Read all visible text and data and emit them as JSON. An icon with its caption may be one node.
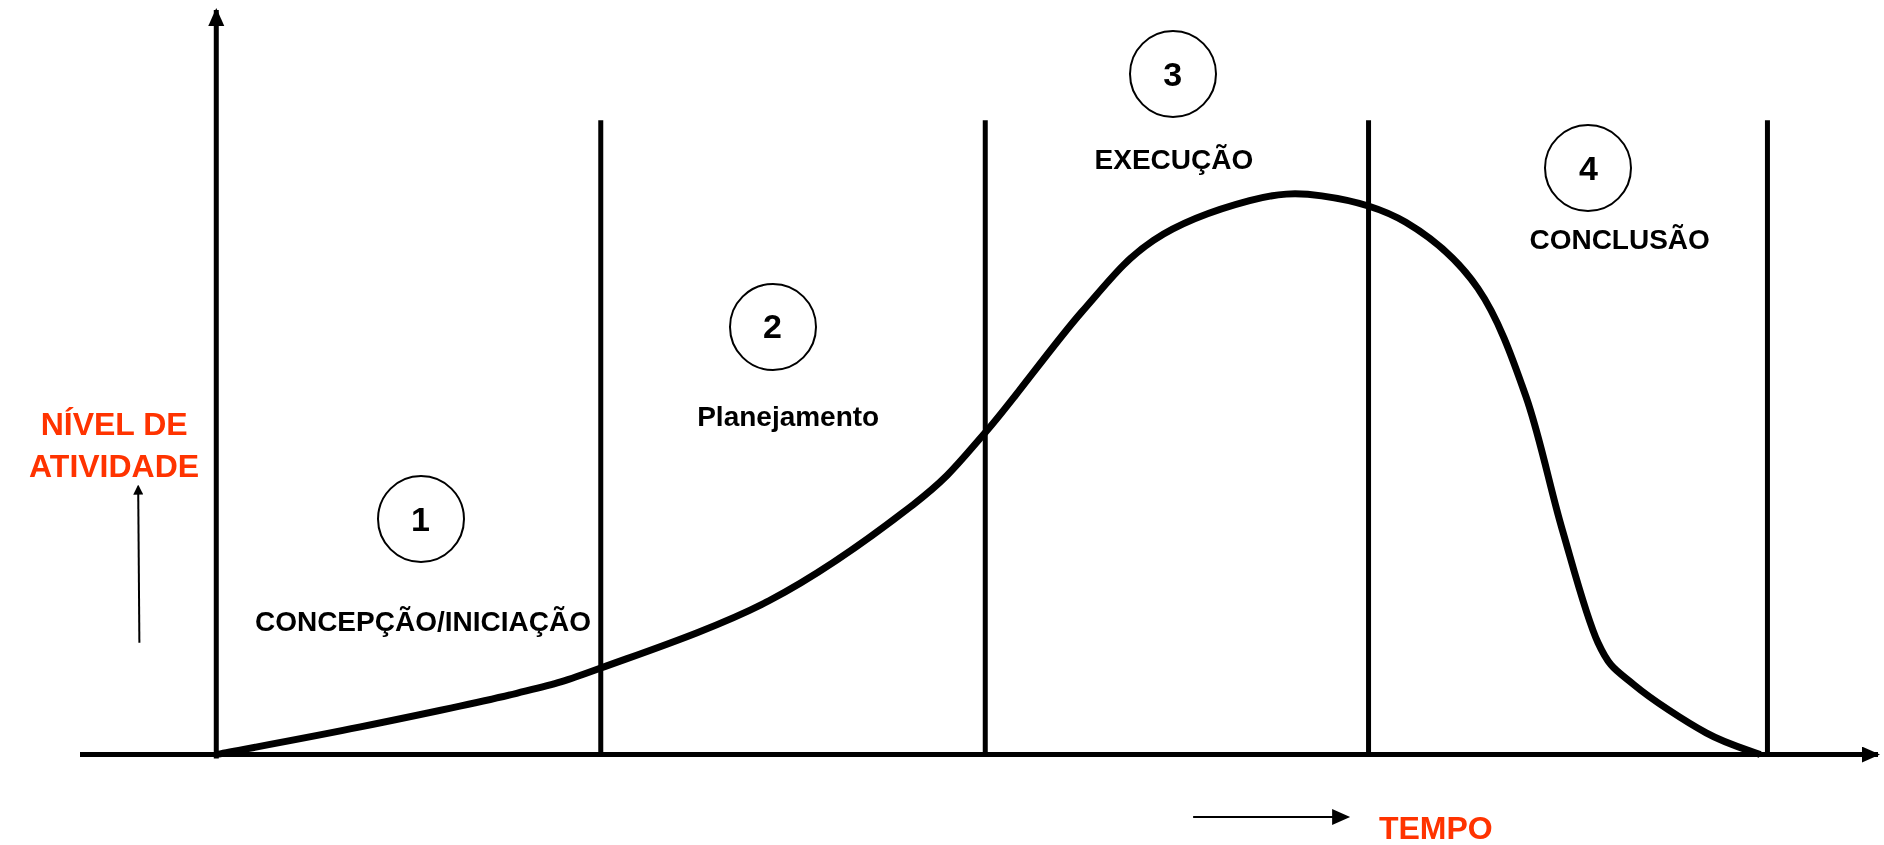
{
  "diagram": {
    "nodes": [
      {
        "text": [
          "1"
        ],
        "beside": [
          "CONCEPÇÃO/INICIAÇÃO"
        ]
      },
      {
        "text": [
          "2"
        ],
        "beside": [
          "Planejamento"
        ]
      },
      {
        "text": [
          "3"
        ],
        "beside": [
          "EXECUÇÃO"
        ]
      },
      {
        "text": [
          "4"
        ],
        "beside": [
          "CONCLUSÃO"
        ]
      }
    ],
    "labels": [
      "NÍVEL DE ATIVIDADE",
      "TEMPO"
    ]
  }
}
